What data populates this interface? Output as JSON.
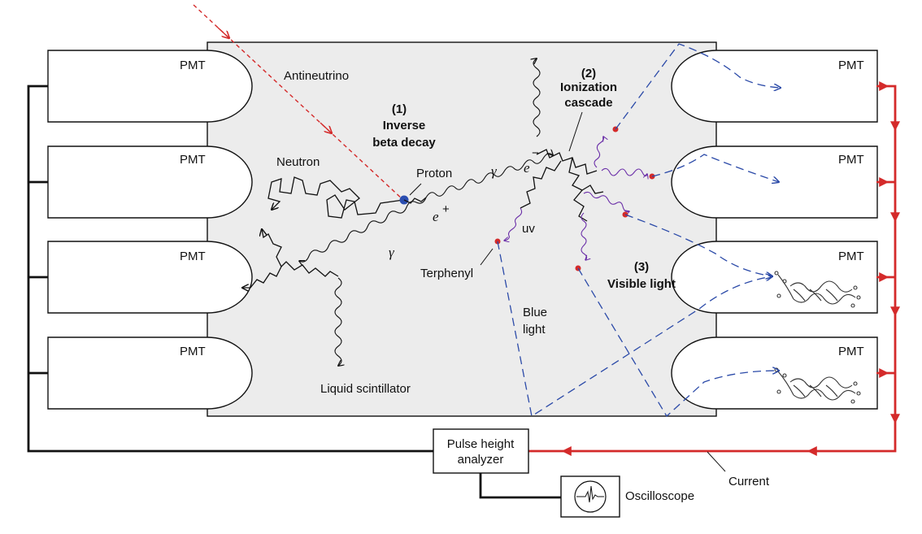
{
  "pmt_label": "PMT",
  "labels": {
    "antineutrino": "Antineutrino",
    "neutron": "Neutron",
    "proton": "Proton",
    "step1_num": "(1)",
    "step1_line1": "Inverse",
    "step1_line2": "beta decay",
    "step2_num": "(2)",
    "step2_line1": "Ionization",
    "step2_line2": "cascade",
    "step3_num": "(3)",
    "step3_line1": "Visible light",
    "electron": "e",
    "electron_sup": "−",
    "positron": "e",
    "positron_sup": "+",
    "gamma": "γ",
    "uv": "uv",
    "terphenyl": "Terphenyl",
    "blue_line1": "Blue",
    "blue_line2": "light",
    "liquid_scintillator": "Liquid scintillator",
    "pulse_line1": "Pulse height",
    "pulse_line2": "analyzer",
    "oscilloscope": "Oscilloscope",
    "current": "Current"
  },
  "colors": {
    "tank_fill": "#ececec",
    "antineutrino": "#d42a2a",
    "light_ray": "#2b4aa8",
    "uv_wave": "#6b2fa8",
    "emission_dot": "#d42a2a",
    "interaction_dot": "#2a4db0",
    "current_wire": "#d42a2a",
    "ground_wire": "#111111"
  }
}
